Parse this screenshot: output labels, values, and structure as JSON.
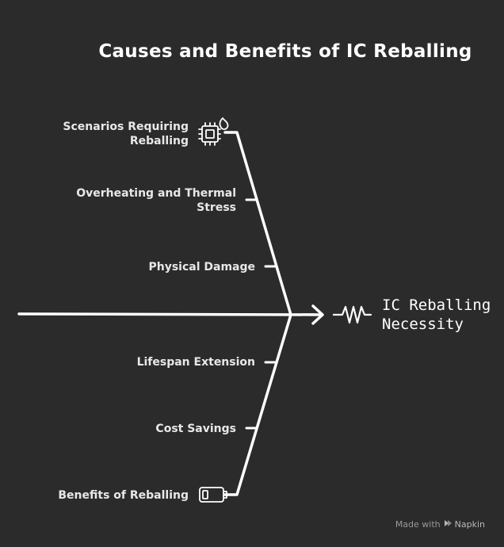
{
  "title": "Causes and Benefits of IC Reballing",
  "effect": {
    "line1": "IC Reballing",
    "line2": "Necessity"
  },
  "causes": {
    "header": {
      "line1": "Scenarios Requiring",
      "line2": "Reballing",
      "icon": "microchip-icon"
    },
    "items": [
      {
        "line1": "Overheating and Thermal",
        "line2": "Stress"
      },
      {
        "line1": "Physical Damage",
        "line2": ""
      }
    ]
  },
  "benefits": {
    "items": [
      {
        "line1": "Lifespan Extension"
      },
      {
        "line1": "Cost Savings"
      }
    ],
    "header": {
      "line1": "Benefits of Reballing",
      "icon": "battery-icon"
    }
  },
  "footer": {
    "made_with": "Made with",
    "brand": "Napkin",
    "icon": "napkin-logo-icon"
  },
  "colors": {
    "background": "#2b2b2b",
    "stroke": "#ffffff"
  }
}
